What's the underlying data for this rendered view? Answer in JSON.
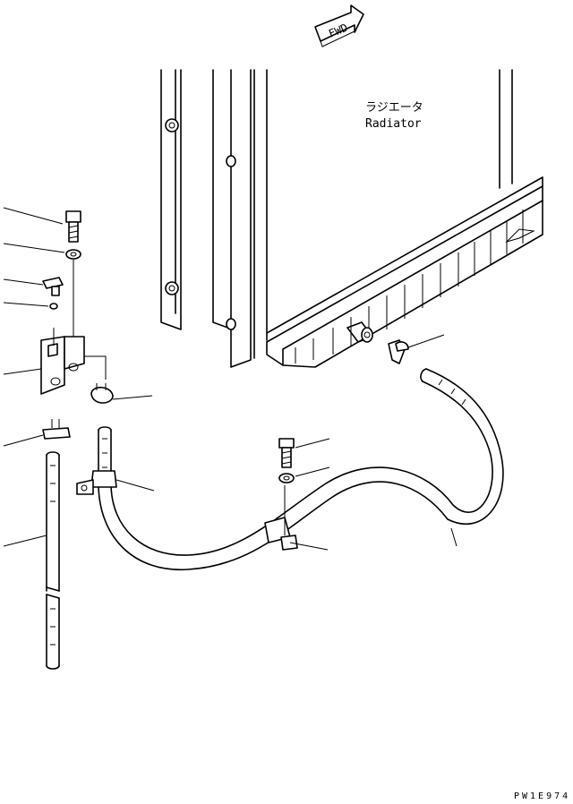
{
  "arrow": {
    "label": "FWD"
  },
  "radiator": {
    "label_jp": "ラジエータ",
    "label_en": "Radiator"
  },
  "drawing_code": "PW1E974"
}
